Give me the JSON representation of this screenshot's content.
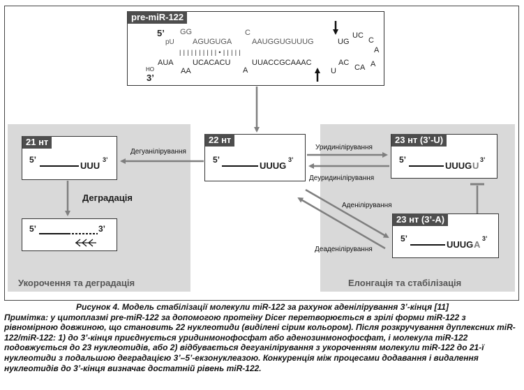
{
  "premir": {
    "tag": "pre-miR-122",
    "five_prime": "5’",
    "pu": "pU",
    "top_gg": "GG",
    "top_seq1": "AGUGUGA",
    "top_c": "C",
    "top_seq2": "AAUGGUGUUUG",
    "top_ug": "UG",
    "top_uc": "UC",
    "top_c2": "C",
    "loop_a1": "A",
    "pairing": "|  |  |  |  |  |     |  |  |  |  •  |  |  |        |  |",
    "ho": "HO",
    "three_prime": "3’",
    "bot_aua": "AUA",
    "bot_aa": "AA",
    "bot_seq1": "UCACACU",
    "bot_a": "A",
    "bot_seq2": "UUACCGCAAAC",
    "bot_u": "U",
    "bot_ac": "AC",
    "bot_ca": "CA",
    "loop_a2": "A"
  },
  "center": {
    "tag": "22 нт",
    "five": "5’",
    "seq": "UUUG",
    "three": "3’"
  },
  "left": {
    "tag": "21 нт",
    "five": "5’",
    "seq": "UUU",
    "three": "3’",
    "degradation": "Деградація",
    "deg_five": "5’",
    "deg_three": "3’",
    "panel_title": "Укорочення та деградація"
  },
  "right_top": {
    "tag": "23 нт (3’-U)",
    "five": "5’",
    "seq": "UUUG",
    "added": "U",
    "three": "3’"
  },
  "right_bottom": {
    "tag": "23 нт (3’-A)",
    "five": "5’",
    "seq": "UUUG",
    "added": "A",
    "three": "3’"
  },
  "right_panel_title": "Елонгація та стабілізація",
  "arrows": {
    "deguanylation": "Дегуанілірування",
    "uridylation": "Уридинілірування",
    "deuridylation": "Деуридинілірування",
    "adenylation": "Аденілірування",
    "deadenylation": "Деаденілірування"
  },
  "caption": {
    "title": "Рисунок 4. Модель стабілізації молекули miR-122 за рахунок аденілірування 3’-кінця [11]",
    "body": "Примітка: у цитоплазмі pre-miR-122 за допомогою протеїну Dicer перетворюється в зрілі форми miR-122 з рівномірною довжиною, що становить 22 нуклеотиди (виділені сірим кольором). Після розкручування дуплексних miR-122/miR-122: 1) до 3’-кінця приєднується уридинмонофосфат або аденозинмонофосфат, і молекула miR-122 подовжується до 23 нуклеотидів, або 2) відбувається дегуанілірування з укороченням молекули miR-122 до 21-ї нуклеотиди з подальшою деградацією 3’–5’-екзонуклеазою. Конкуренція між процесами додавання і видалення нуклеотидів до 3’-кінця визначає достатній рівень miR-122."
  },
  "colors": {
    "panel": "#d9d9d9",
    "tag": "#4d4d4d",
    "arrow": "#7f7f7f",
    "highlight": "#7f7f7f"
  }
}
